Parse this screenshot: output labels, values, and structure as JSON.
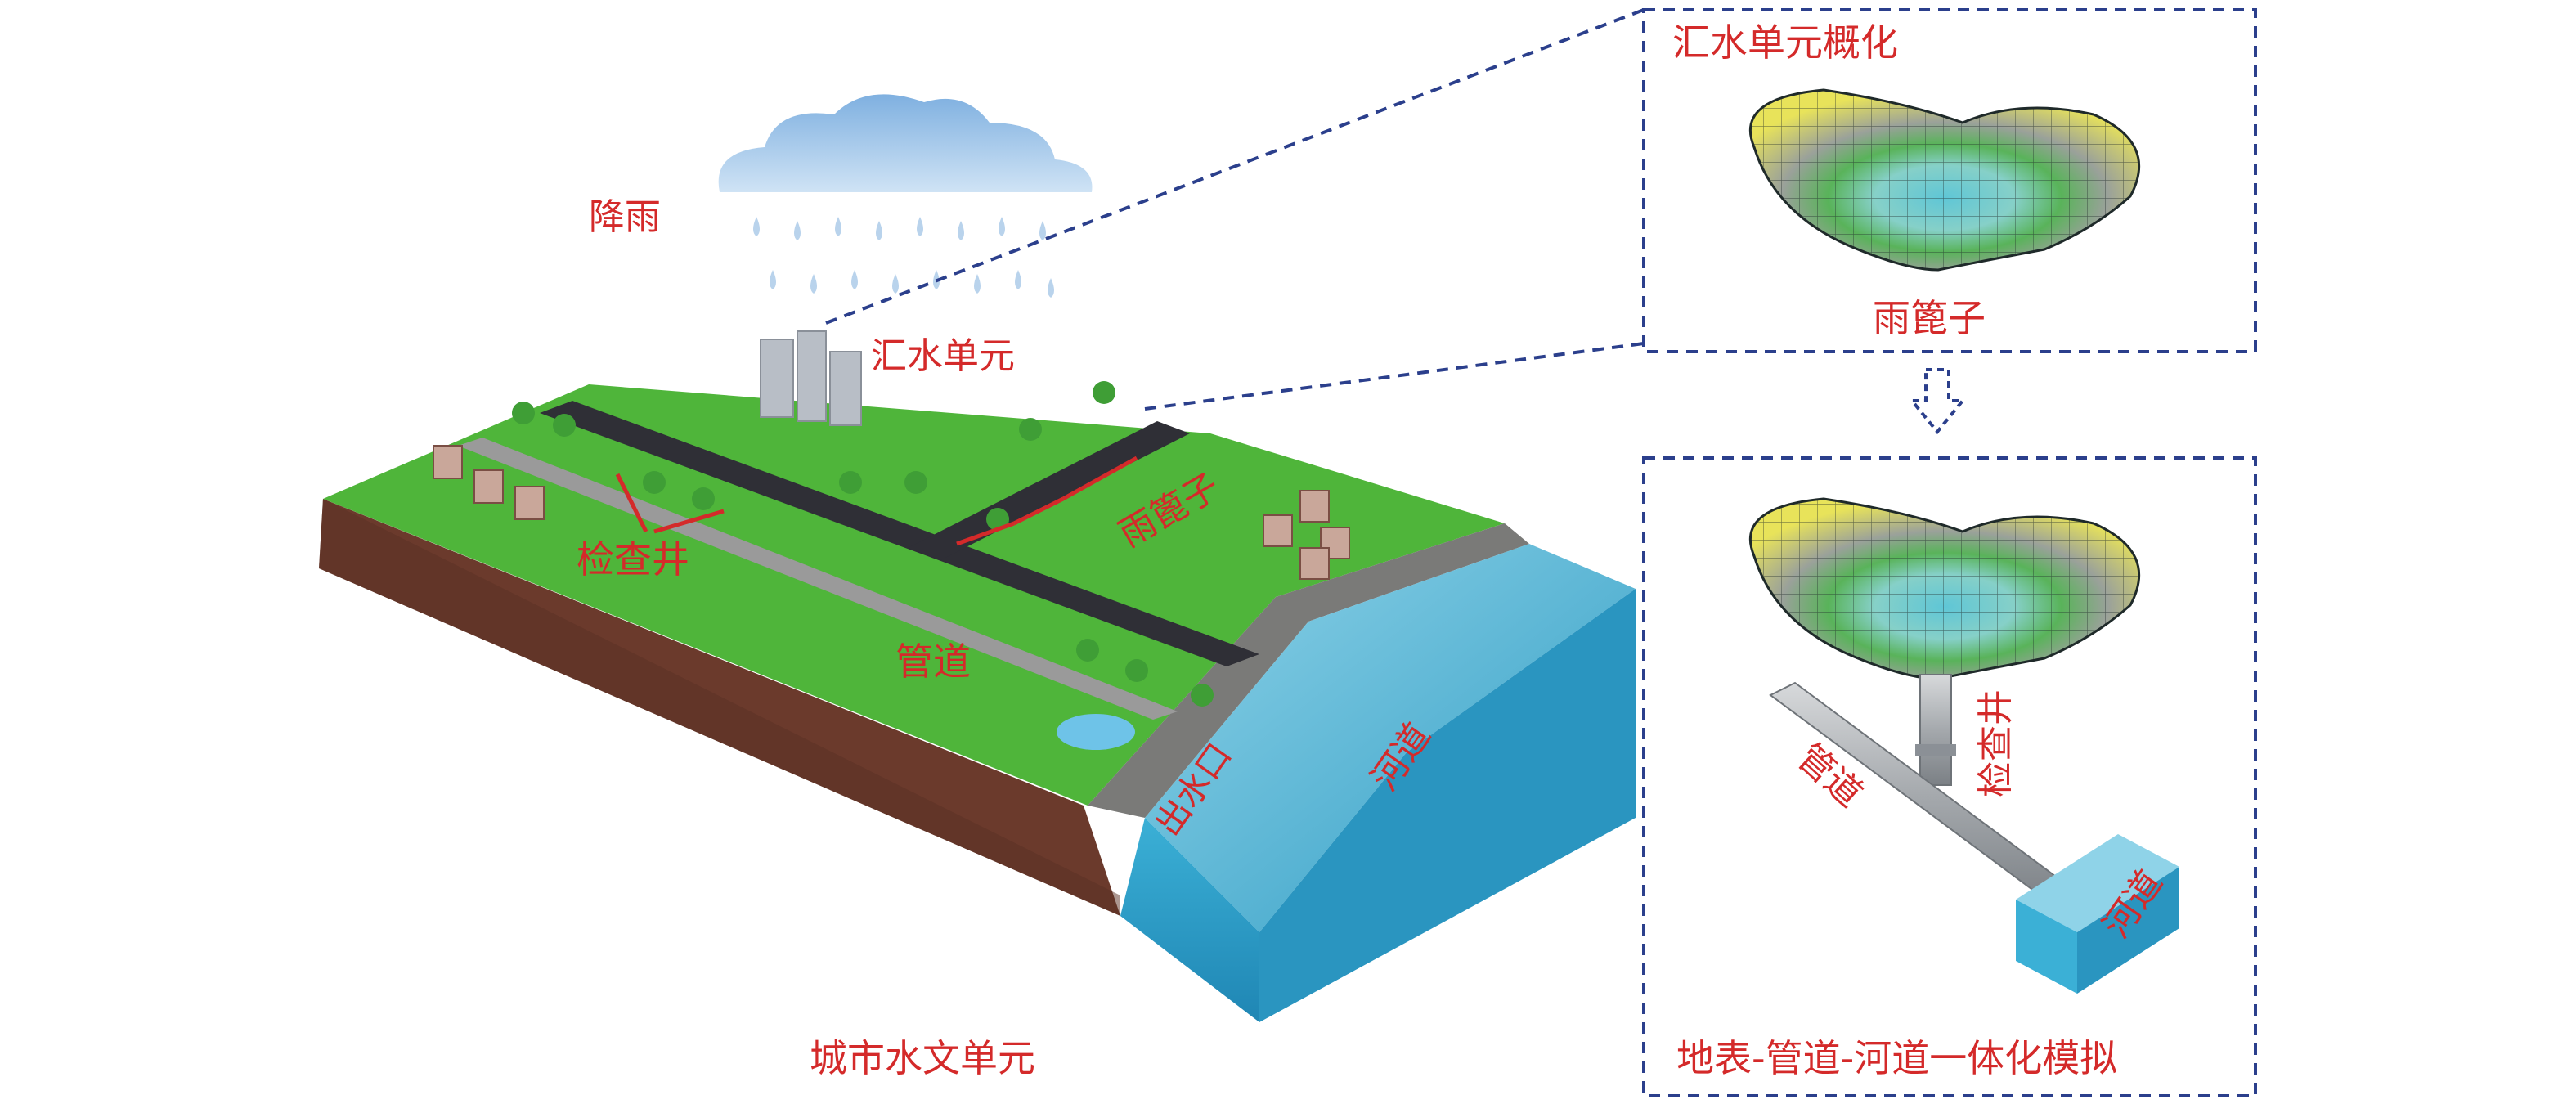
{
  "colors": {
    "label": "#d42a2a",
    "frame": "#2b3f8c",
    "grass": "#4fb53a",
    "soil": "#6b3a2c",
    "water": "#3fa9c8",
    "road": "#2f2f36",
    "pipe": "#a9adb1",
    "cloud": "#8fb6dc"
  },
  "labels": {
    "rainfall": "降雨",
    "catchment_unit": "汇水单元",
    "inspection_well": "检查井",
    "rain_grate": "雨篦子",
    "pipeline": "管道",
    "outfall": "出水口",
    "river": "河道",
    "city_unit": "城市水文单元"
  },
  "panel_top": {
    "title": "汇水单元概化",
    "caption": "雨篦子"
  },
  "panel_bottom": {
    "title": "地表-管道-河道一体化模拟",
    "pipe_label": "管道",
    "well_label": "检查井",
    "river_label": "河道"
  }
}
